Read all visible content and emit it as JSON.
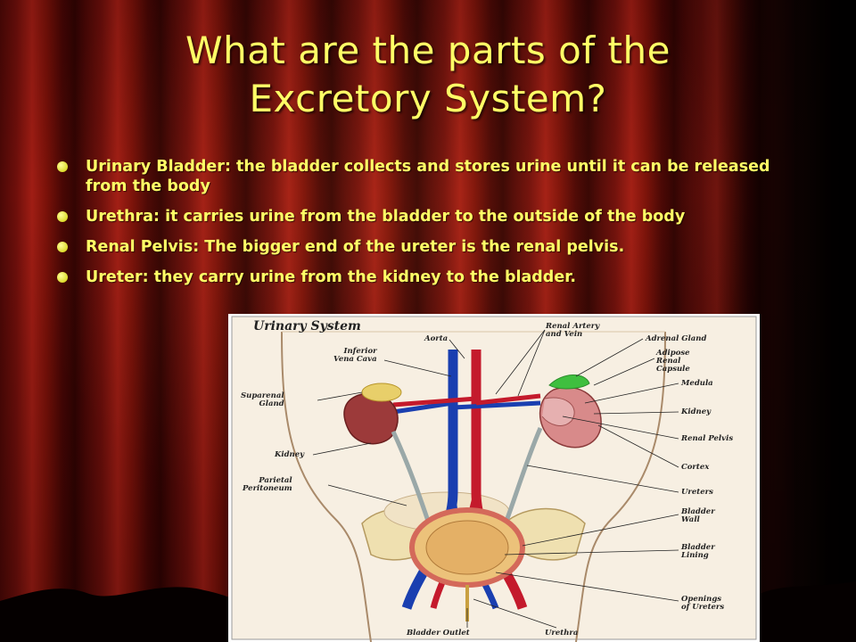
{
  "slide": {
    "title": "What are the parts of the Excretory System?",
    "bullets": [
      {
        "term": "Urinary Bladder",
        "text": ": the bladder collects and stores urine until it can be released from the body"
      },
      {
        "term": "Urethra",
        "text": ": it carries urine from the bladder to the outside of the body"
      },
      {
        "term": "Renal Pelvis",
        "text": ": The bigger end of the ureter is the renal pelvis."
      },
      {
        "term": "Ureter",
        "text": ": they carry urine from the kidney to the bladder."
      }
    ]
  },
  "diagram": {
    "title": "Urinary System",
    "labels": {
      "aorta": "Aorta",
      "inferior_vena_cava": "Inferior\nVena Cava",
      "renal_artery_vein": "Renal Artery\nand Vein",
      "adrenal_gland": "Adrenal Gland",
      "adipose_renal_capsule": "Adipose\nRenal\nCapsule",
      "medula": "Medula",
      "kidney_right": "Kidney",
      "suparenal_gland": "Suparenal\nGland",
      "kidney_left": "Kidney",
      "parietal_peritoneum": "Parietal\nPeritoneum",
      "renal_pelvis": "Renal Pelvis",
      "cortex": "Cortex",
      "ureters": "Ureters",
      "bladder_wall": "Bladder\nWall",
      "bladder_lining": "Bladder\nLining",
      "openings_of_ureters": "Openings\nof Ureters",
      "bladder_outlet": "Bladder Outlet",
      "urethra": "Urethra"
    }
  }
}
